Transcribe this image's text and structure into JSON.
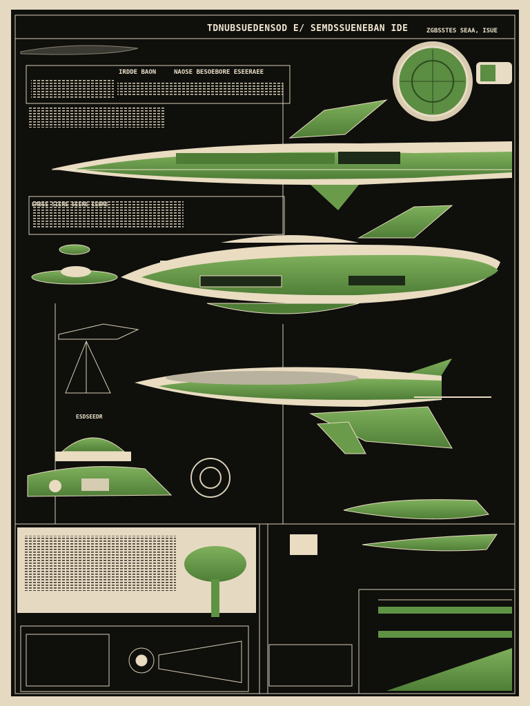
{
  "poster": {
    "title": "TDNUBSUEDENSOD E/ SEMDSSUENEBAN IDE",
    "corner_note": "ZGBSSTES SEAA, ISUE",
    "header_labels": [
      "IRDDE BAON",
      "NAOSE BESOEBORE ESEERAEE"
    ],
    "section_labels": [
      "ERBSE SIERE SEERE EEBRE",
      "ESDSEEDR"
    ]
  },
  "colors": {
    "background": "#0f0f0c",
    "paper": "#e6d9c2",
    "ship_green": "#5f9344",
    "ship_cream": "#e9dcc1",
    "line": "#d9cfb6"
  },
  "icons": [
    "spaceship-side-elevation",
    "radar-dish",
    "saucer-craft",
    "dome-pod",
    "turbine-ring"
  ]
}
